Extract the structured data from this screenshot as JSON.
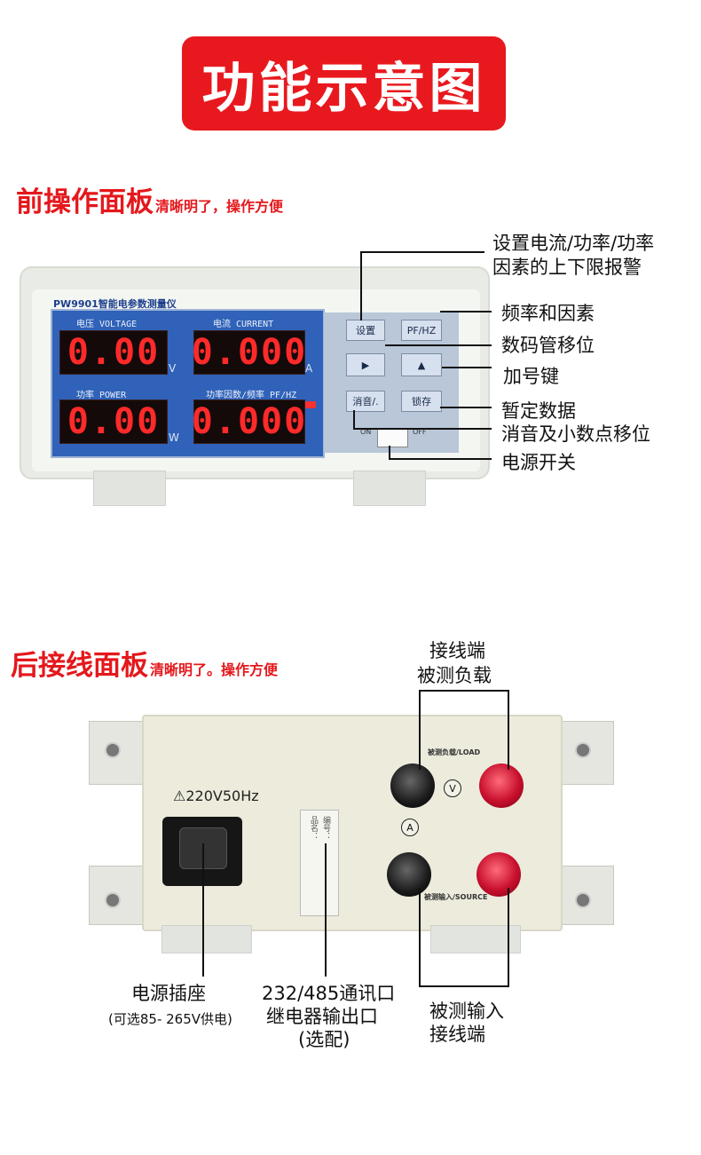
{
  "title": "功能示意图",
  "front_section": {
    "heading": "前操作面板",
    "subheading": "清晰明了，操作方便"
  },
  "front_panel": {
    "model": "PW9901智能电参数测量仪",
    "displays": [
      {
        "label": "电压  VOLTAGE",
        "value": "0.00",
        "unit": "V"
      },
      {
        "label": "电流  CURRENT",
        "value": "0.000",
        "unit": "A"
      },
      {
        "label": "功率  POWER",
        "value": "0.00",
        "unit": "W"
      },
      {
        "label": "功率因数/频率  PF/HZ",
        "value": "0.000",
        "unit": ""
      }
    ],
    "buttons": {
      "set": "设置",
      "pfhz": "PF/HZ",
      "shift": "▶",
      "up": "▲",
      "mute": "消音/.",
      "hold": "锁存"
    },
    "switch": {
      "on": "ON",
      "off": "OFF"
    }
  },
  "front_callouts": [
    "设置电流/功率/功率",
    "因素的上下限报警",
    "频率和因素",
    "数码管移位",
    "加号键",
    "暂定数据",
    "消音及小数点移位",
    "电源开关"
  ],
  "rear_section": {
    "heading": "后接线面板",
    "subheading": "清晰明了。操作方便"
  },
  "rear_panel": {
    "voltage": "⚠220V50Hz",
    "sticker_lines": [
      "品名：",
      "编号："
    ],
    "load_label": "被测负载/LOAD",
    "source_label": "被测输入/SOURCE",
    "v_symbol": "V",
    "a_symbol": "A"
  },
  "rear_callouts": {
    "load_top": [
      "接线端",
      "被测负载"
    ],
    "socket": [
      "电源插座",
      "(可选85- 265V供电)"
    ],
    "comm": [
      "232/485通讯口",
      "继电器输出口",
      "(选配)"
    ],
    "input": [
      "被测输入",
      "接线端"
    ]
  }
}
